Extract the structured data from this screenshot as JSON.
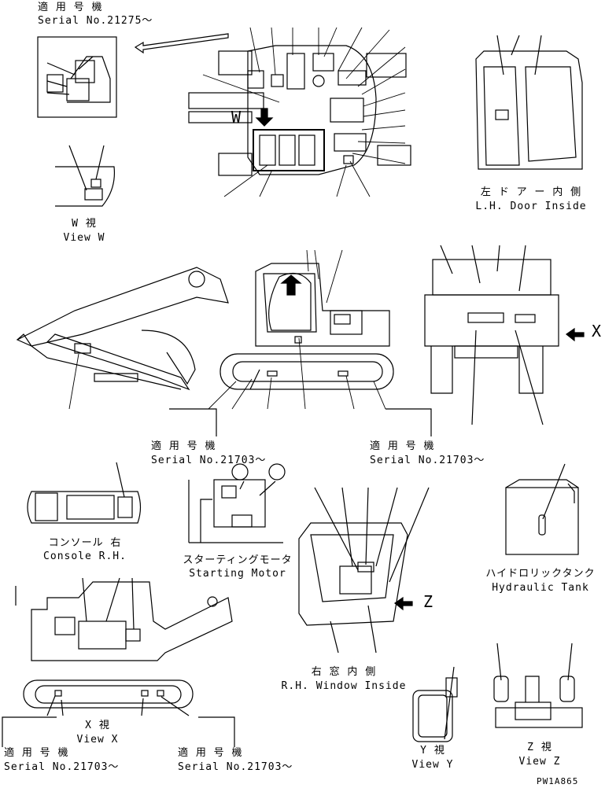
{
  "labels": {
    "applicable_models": "適 用 号 機",
    "serial_top": "Serial No.21275～",
    "serial_mid_left": "Serial No.21703～",
    "serial_mid_right": "Serial No.21703～",
    "serial_bot_left": "Serial No.21703～",
    "serial_bot_right": "Serial No.21703～",
    "view_w_jp": "W  視",
    "view_w_en": "View W",
    "door_jp": "左 ド ア ー 内 側",
    "door_en": "L.H. Door Inside",
    "arrow_x": "X",
    "console_jp": "コンソール 右",
    "console_en": "Console R.H.",
    "starter_jp": "スターティングモータ",
    "starter_en": "Starting Motor",
    "window_jp": "右 窓 内 側",
    "window_en": "R.H. Window Inside",
    "arrow_z": "Z",
    "tank_jp": "ハイドロリックタンク",
    "tank_en": "Hydraulic Tank",
    "view_x_jp": "X  視",
    "view_x_en": "View X",
    "view_y_jp": "Y  視",
    "view_y_en": "View Y",
    "view_z_jp": "Z  視",
    "view_z_en": "View Z",
    "view_w_top": "W",
    "drawing_code": "PW1A865"
  }
}
